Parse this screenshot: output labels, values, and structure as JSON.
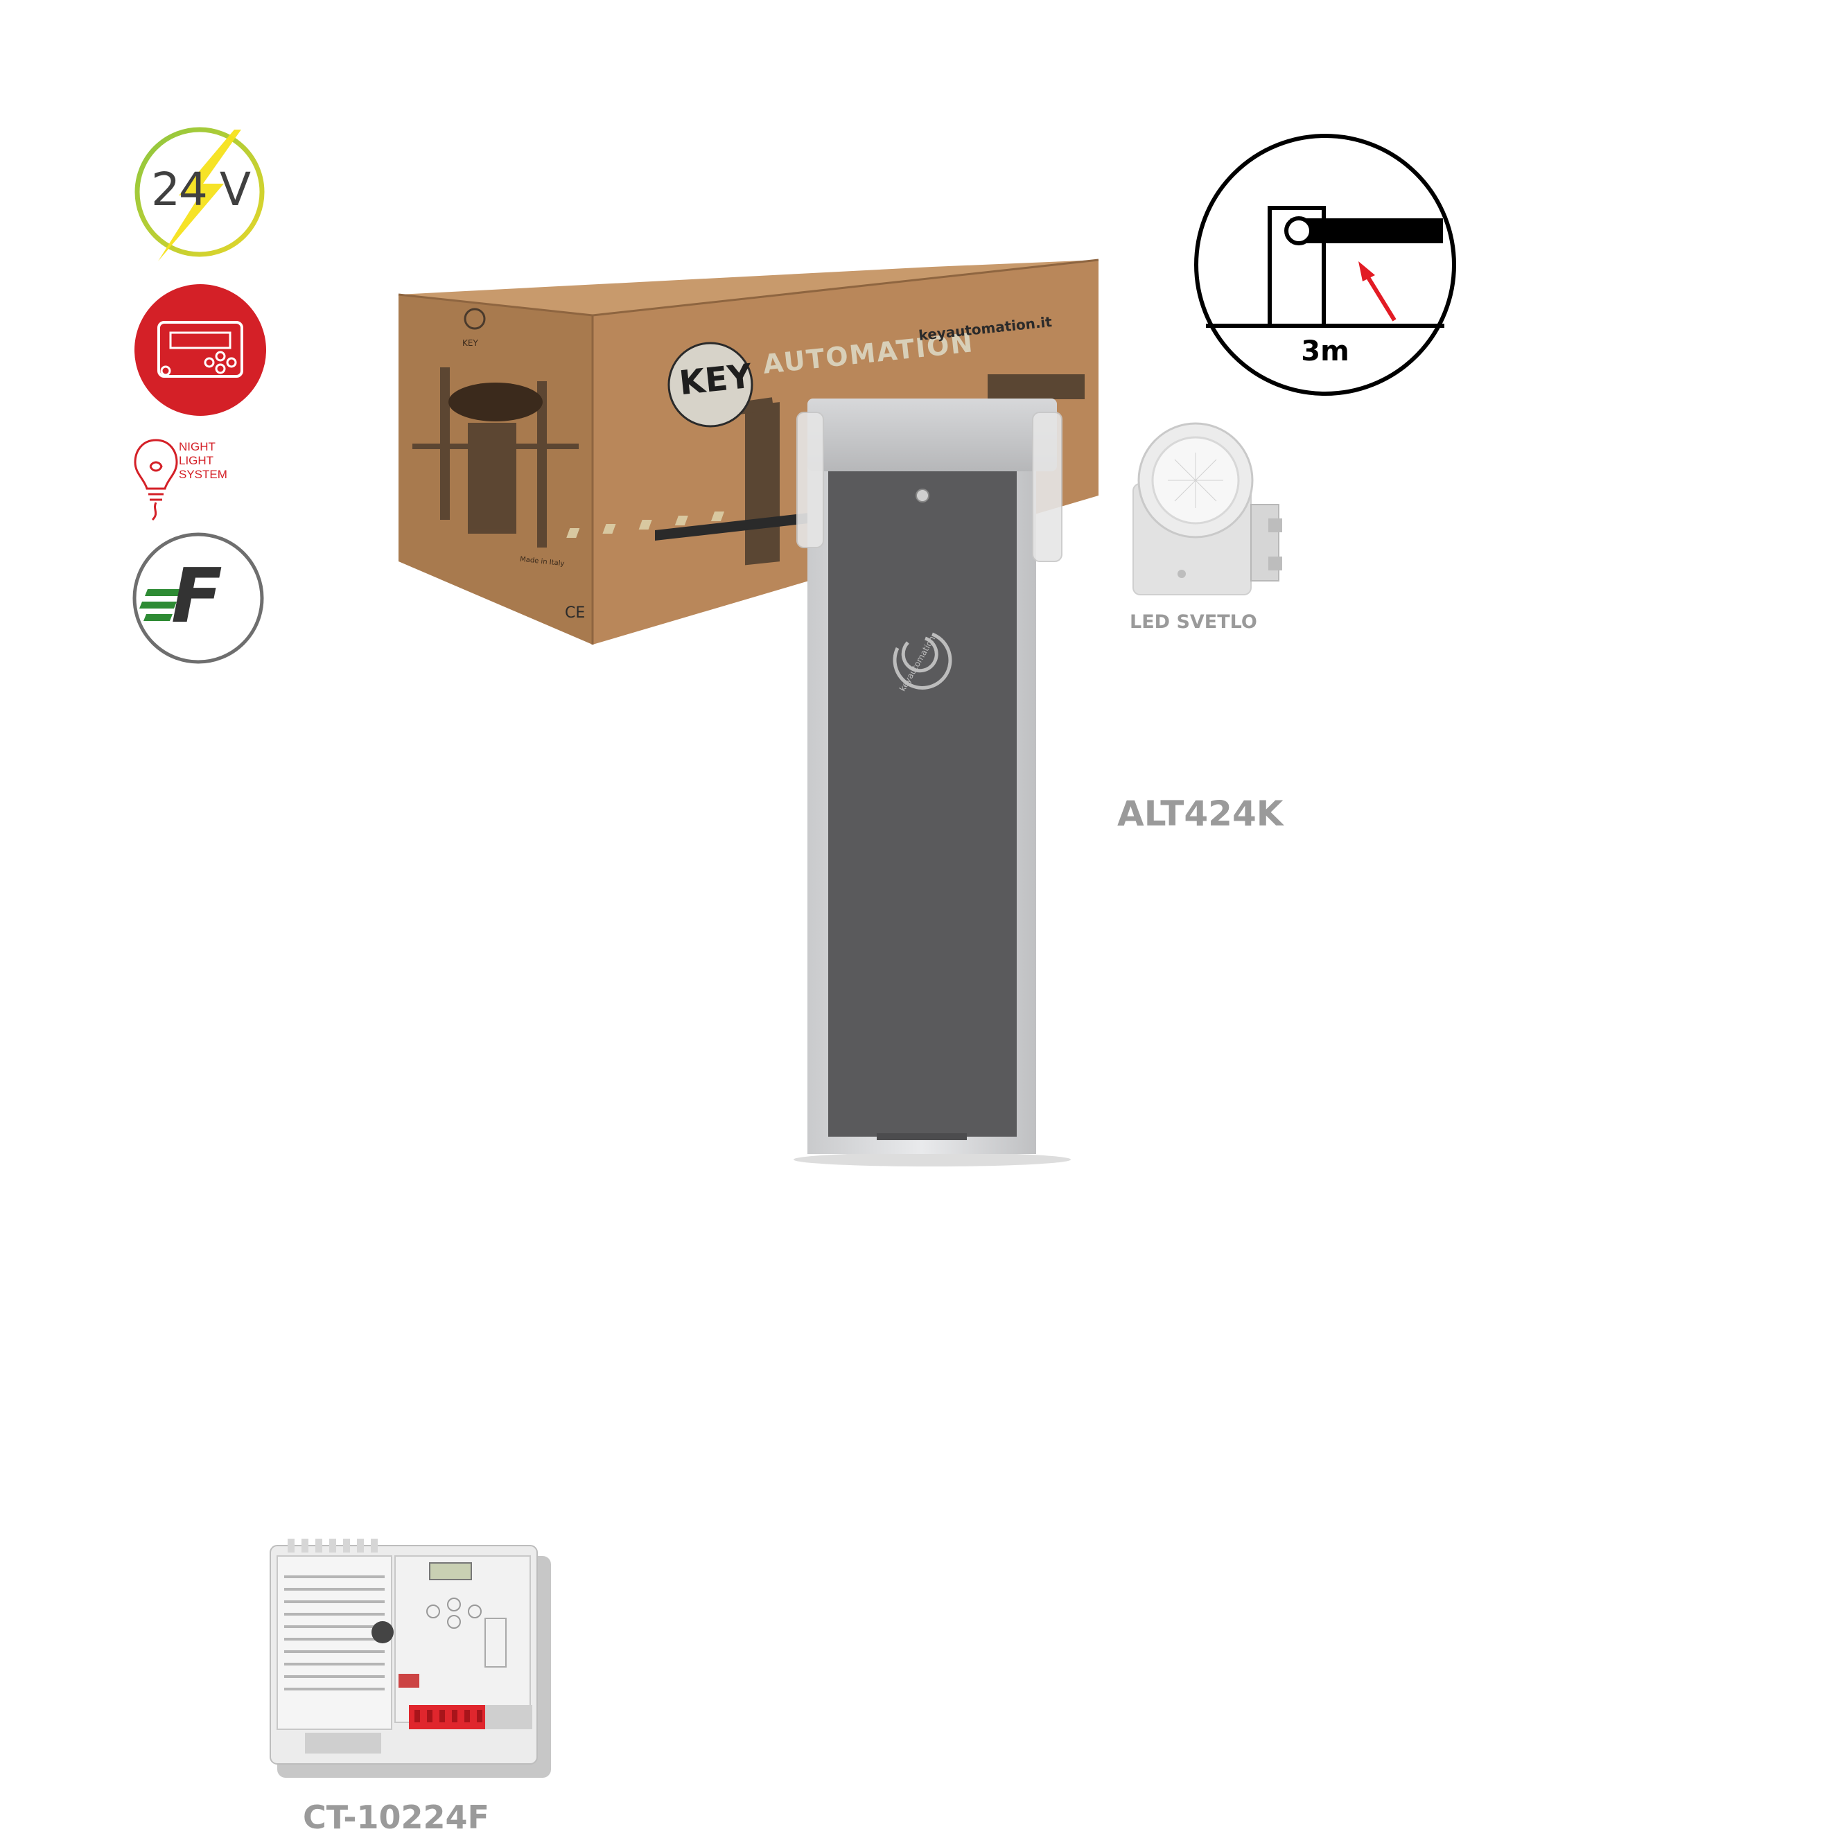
{
  "badges": {
    "voltage": "24 V",
    "night_light": [
      "NIGHT",
      "LIGHT",
      "SYSTEM"
    ],
    "fast_letter": "F"
  },
  "box": {
    "brand_key": "KEY",
    "brand_automation": "AUTOMATION",
    "website": "keyautomation.it",
    "panel_logo": "KEY",
    "made_in": "Made in Italy",
    "ce_mark": "CE"
  },
  "cabinet": {
    "logo_text": "keyautomation"
  },
  "beam_diagram": {
    "length_label": "3m"
  },
  "labels": {
    "led_light": "LED SVETLO",
    "barrier_model": "ALT424K",
    "controller_model": "CT-10224F"
  },
  "colors": {
    "cardboard": "#b9875a",
    "cardboard_dark": "#8e6540",
    "cabinet_grey": "#5a5a5c",
    "badge_red": "#d42027",
    "badge_green": "#2e8b34",
    "label_grey": "#9a9a9a"
  }
}
